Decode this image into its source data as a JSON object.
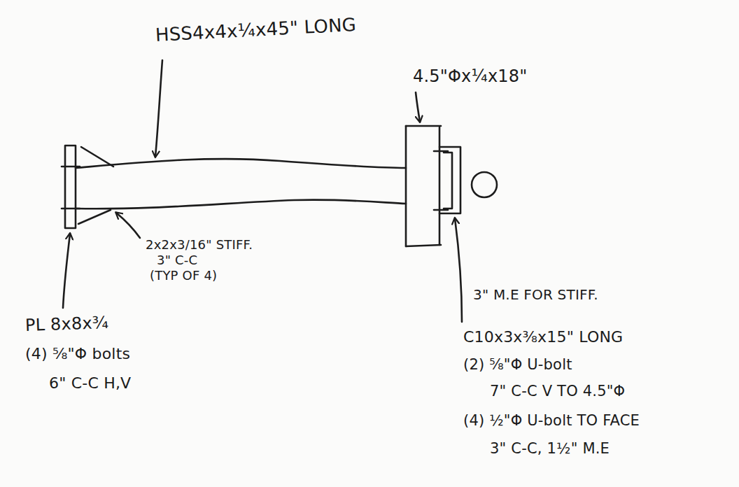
{
  "diagram": {
    "labels": [
      "HSS4x4x¼x45\" LONG",
      "4.5\"Φx¼x18\"",
      "2x2x3/16\" STIFF.",
      "3\" C-C",
      "(TYP OF 4)",
      "3\" M.E FOR STIFF.",
      "PL 8x8x¾",
      "(4) ⅝\"Φ bolts",
      "6\" C-C H,V",
      "C10x3x⅜x15\" LONG",
      "(2) ⅝\"Φ U-bolt",
      "7\" C-C V  TO 4.5\"Φ",
      "(4) ½\"Φ U-bolt TO FACE",
      "3\" C-C, 1½\" M.E"
    ]
  }
}
